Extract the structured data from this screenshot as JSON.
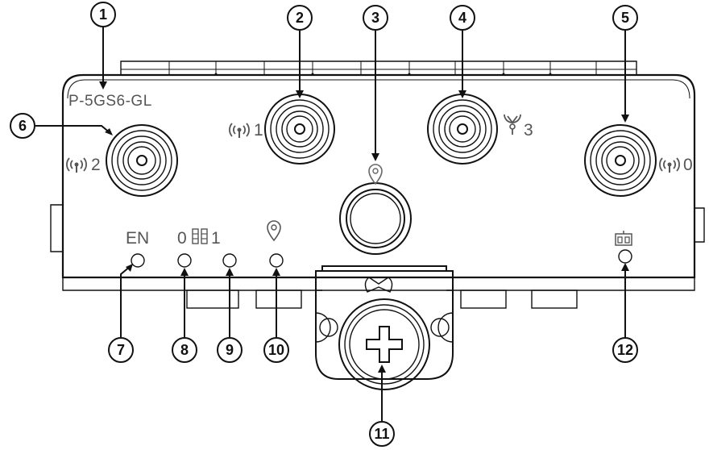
{
  "device": {
    "model": "P-5GS6-GL"
  },
  "labels": {
    "antenna_2": "2",
    "antenna_1": "1",
    "antenna_3": "3",
    "antenna_0": "0",
    "led_en": "EN",
    "led_sim_0": "0",
    "led_sim_1": "1"
  },
  "callouts": [
    "1",
    "2",
    "3",
    "4",
    "5",
    "6",
    "7",
    "8",
    "9",
    "10",
    "11",
    "12"
  ],
  "icons": {
    "wifi_antenna": "wireless-antenna-icon",
    "gps_antenna": "gps-antenna-icon",
    "location": "location-pin-icon",
    "sim": "sim-card-icon",
    "reset": "reset-button-icon"
  }
}
